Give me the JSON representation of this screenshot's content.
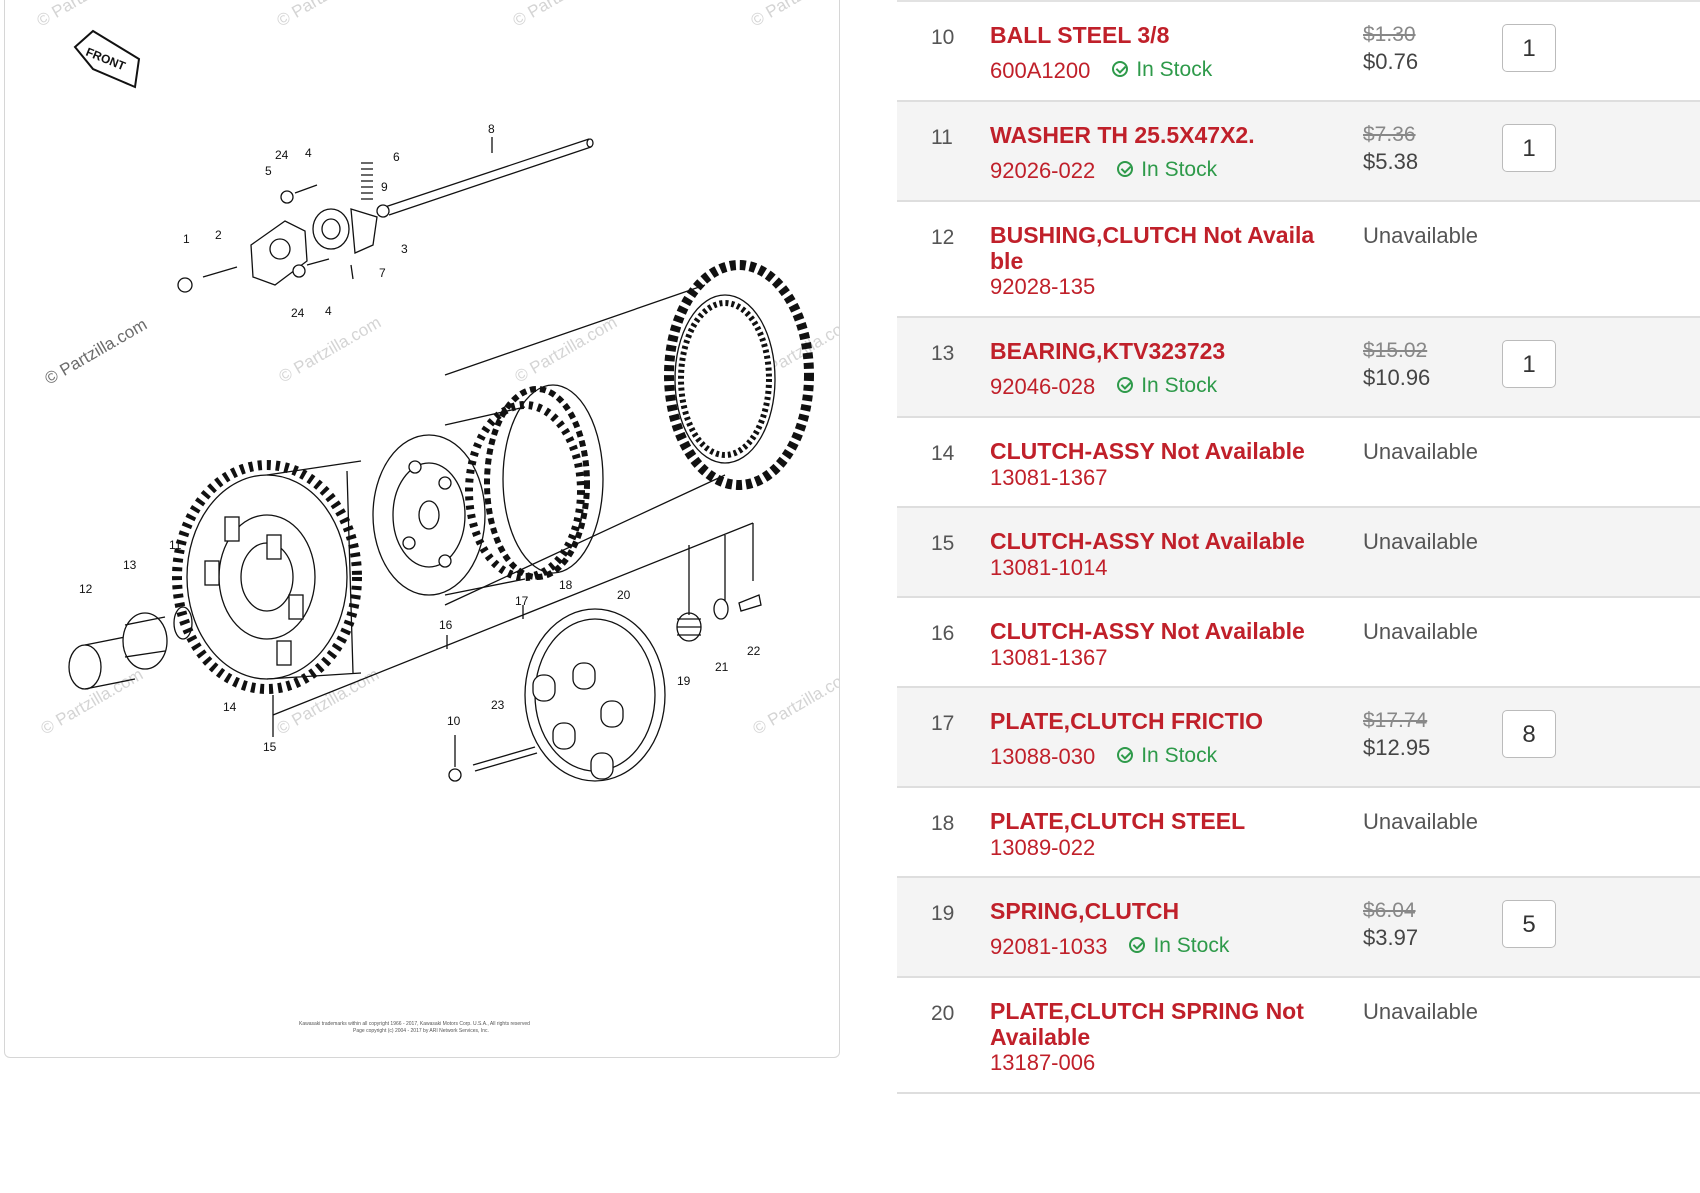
{
  "diagram": {
    "front_label": "FRONT",
    "watermark": "© Partzilla.com",
    "callouts": [
      "1",
      "2",
      "3",
      "4",
      "4",
      "5",
      "6",
      "7",
      "8",
      "9",
      "10",
      "11",
      "12",
      "13",
      "14",
      "15",
      "16",
      "17",
      "18",
      "19",
      "20",
      "21",
      "22",
      "23",
      "24",
      "24"
    ],
    "copyright_line1": "Kawasaki trademarks within all copyright 1966 - 2017, Kawasaki Motors Corp. U.S.A., All rights reserved",
    "copyright_line2": "Page copyright (c) 2004 - 2017 by ARI Network Services, Inc."
  },
  "parts": [
    {
      "ref": "10",
      "name": "BALL STEEL 3/8",
      "number": "600A1200",
      "stock": "In Stock",
      "msrp": "$1.30",
      "price": "$0.76",
      "qty": "1",
      "available": true
    },
    {
      "ref": "11",
      "name": "WASHER TH 25.5X47X2.",
      "number": "92026-022",
      "stock": "In Stock",
      "msrp": "$7.36",
      "price": "$5.38",
      "qty": "1",
      "available": true
    },
    {
      "ref": "12",
      "name": "BUSHING,CLUTCH Not Available",
      "number": "92028-135",
      "status": "Unavailable",
      "available": false
    },
    {
      "ref": "13",
      "name": "BEARING,KTV323723",
      "number": "92046-028",
      "stock": "In Stock",
      "msrp": "$15.02",
      "price": "$10.96",
      "qty": "1",
      "available": true
    },
    {
      "ref": "14",
      "name": "CLUTCH-ASSY Not Available",
      "number": "13081-1367",
      "status": "Unavailable",
      "available": false
    },
    {
      "ref": "15",
      "name": "CLUTCH-ASSY Not Available",
      "number": "13081-1014",
      "status": "Unavailable",
      "available": false
    },
    {
      "ref": "16",
      "name": "CLUTCH-ASSY Not Available",
      "number": "13081-1367",
      "status": "Unavailable",
      "available": false
    },
    {
      "ref": "17",
      "name": "PLATE,CLUTCH FRICTIO",
      "number": "13088-030",
      "stock": "In Stock",
      "msrp": "$17.74",
      "price": "$12.95",
      "qty": "8",
      "available": true
    },
    {
      "ref": "18",
      "name": "PLATE,CLUTCH STEEL",
      "number": "13089-022",
      "status": "Unavailable",
      "available": false
    },
    {
      "ref": "19",
      "name": "SPRING,CLUTCH",
      "number": "92081-1033",
      "stock": "In Stock",
      "msrp": "$6.04",
      "price": "$3.97",
      "qty": "5",
      "available": true
    },
    {
      "ref": "20",
      "name": "PLATE,CLUTCH SPRING Not Available",
      "number": "13187-006",
      "status": "Unavailable",
      "available": false
    }
  ],
  "colors": {
    "accent_red": "#c0202a",
    "in_stock_green": "#2e9a4a",
    "row_alt_bg": "#f4f4f4"
  },
  "icons": {
    "stock": "check-circle-icon"
  }
}
